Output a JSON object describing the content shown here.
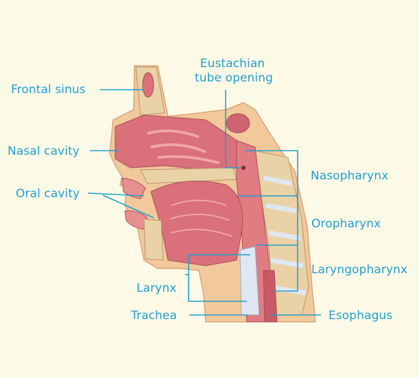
{
  "diagram": {
    "labels": {
      "frontal_sinus": "Frontal sinus",
      "eustachian_line1": "Eustachian",
      "eustachian_line2": "tube opening",
      "nasal_cavity": "Nasal cavity",
      "oral_cavity": "Oral cavity",
      "nasopharynx": "Nasopharynx",
      "oropharynx": "Oropharynx",
      "laryngopharynx": "Laryngopharynx",
      "larynx": "Larynx",
      "trachea": "Trachea",
      "esophagus": "Esophagus"
    },
    "colors": {
      "background": "#fdf9e7",
      "label_text": "#1f9fcf",
      "leader_line": "#1f9fcf",
      "skin": "#f2c99a",
      "bone": "#e8d2a6",
      "tissue_pink": "#d9707a",
      "tissue_light": "#f0a6a6",
      "cartilage": "#dfe7f2"
    }
  }
}
